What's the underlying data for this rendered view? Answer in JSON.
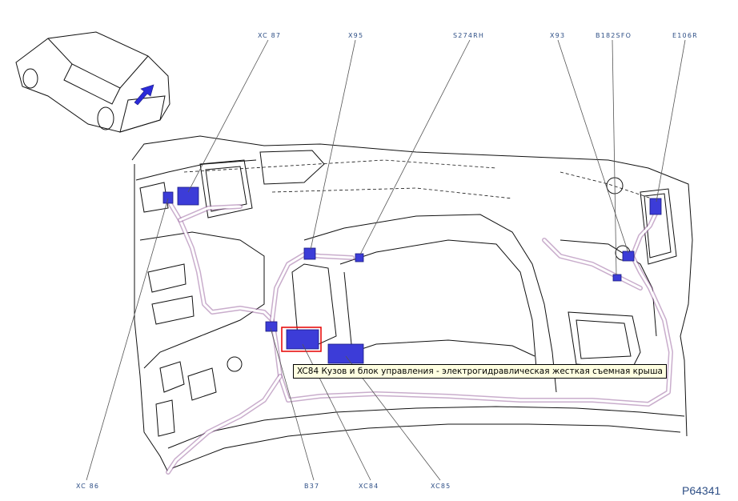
{
  "labels": {
    "xc87": "XC 87",
    "x95": "X95",
    "s274rh": "S274RH",
    "x93": "X93",
    "b182sfo": "B182SFO",
    "e106r": "E106R",
    "xc86": "XC 86",
    "b37": "B37",
    "xc84": "XC84",
    "xc85": "XC85"
  },
  "tooltip": "XC84 Кузов и блок управления - электрогидравлическая жесткая съемная крыша",
  "figure_id": "P64341",
  "colors": {
    "label_text": "#2e4f86",
    "connector": "#3c3cd8",
    "harness": "#9c6aa3",
    "highlight": "#e60000",
    "tooltip_bg": "#ffffe1"
  }
}
